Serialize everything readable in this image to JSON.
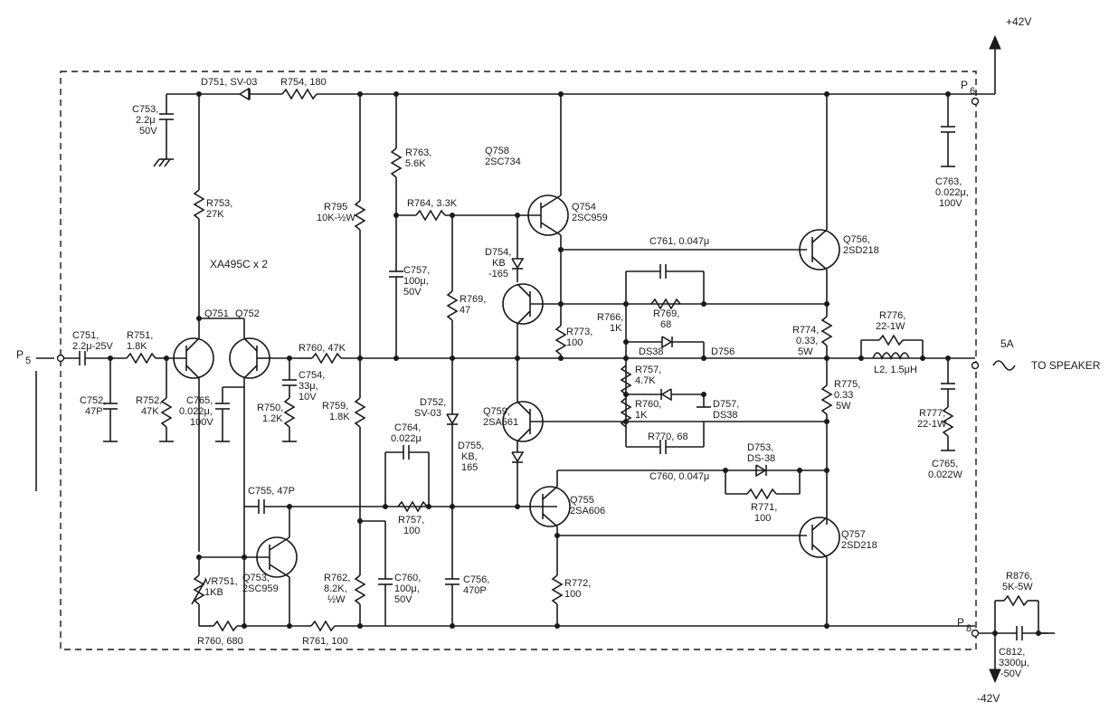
{
  "rails": {
    "pos": "+42V",
    "neg": "-42V"
  },
  "ports": {
    "p5": "P",
    "p5sub": "5",
    "p6": "P",
    "p6sub": "6",
    "p8": "P",
    "p8sub": "8"
  },
  "output": {
    "current": "5A",
    "to": "TO SPEAKER"
  },
  "ic_note": "XA495C x 2",
  "labels": {
    "d751": "D751, SV-03",
    "r754": "R754, 180",
    "c753a": "C753,",
    "c753b": "2.2μ",
    "c753c": "50V",
    "r763a": "R763,",
    "r763b": "5.6K",
    "q758a": "Q758",
    "q758b": "2SC734",
    "r753a": "R753,",
    "r753b": "27K",
    "r795a": "R795",
    "r795b": "10K-½W",
    "r764": "R764, 3.3K",
    "q754a": "Q754",
    "q754b": "2SC959",
    "c763a": "C763,",
    "c763b": "0.022μ,",
    "c763c": "100V",
    "c761": "C761, 0.047μ",
    "q756a": "Q756,",
    "q756b": "2SD218",
    "d754a": "D754,",
    "d754b": "KB",
    "d754c": "-165",
    "c757a": "C757,",
    "c757b": "100μ,",
    "c757c": "50V",
    "r769a": "R769,",
    "r769b": "47",
    "r769c": "R769,",
    "r769d": "68",
    "q751": "Q751",
    "q752": "Q752",
    "r766a": "R766,",
    "r766b": "1K",
    "r774a": "R774,",
    "r774b": "0.33,",
    "r774c": "5W",
    "r776a": "R776,",
    "r776b": "22-1W",
    "c751a": "C751,",
    "c751b": "2.2μ-25V",
    "r751a": "R751,",
    "r751b": "1.8K",
    "r760a": "R760, 47K",
    "r773a": "R773,",
    "r773b": "100",
    "ds38": "DS38",
    "d756": "D756",
    "l2": "L2, 1.5μH",
    "c752a": "C752,",
    "c752b": "47P",
    "r752a": "R752,",
    "r752b": "47K",
    "c765a": "C765,",
    "c765b": "0.022μ,",
    "c765c": "100V",
    "c754a": "C754,",
    "c754b": "33μ,",
    "c754c": "10V",
    "r750a": "R750,",
    "r750b": "1.2K",
    "r759a": "R759,",
    "r759b": "1.8K",
    "d752a": "D752,",
    "d752b": "SV-03",
    "c764a": "C764,",
    "c764b": "0.022μ",
    "r757a": "R757,",
    "r757b": "4.7K",
    "r760b": "R760,",
    "r760c": "1K",
    "d757a": "D757,",
    "d757b": "DS38",
    "r775a": "R775,",
    "r775b": "0.33",
    "r775c": "5W",
    "r777a": "R777,",
    "r777b": "22-1W",
    "q759a": "Q759,",
    "q759b": "2SA561",
    "d755a": "D755,",
    "d755b": "KB,",
    "d755c": "165",
    "r770": "R770, 68",
    "d753a": "D753,",
    "d753b": "DS-38",
    "c765r1": "C765,",
    "c765r2": "0.022W",
    "c760a": "C760, 0.047μ",
    "c755": "C755, 47P",
    "q755a": "Q755",
    "q755b": "2SA606",
    "r771a": "R771,",
    "r771b": "100",
    "r757c": "R757,",
    "r757d": "100",
    "q757a": "Q757",
    "q757b": "2SD218",
    "vr751a": "VR751,",
    "vr751b": "1KB",
    "q753a": "Q753,",
    "q753b": "2SC959",
    "r762a": "R762,",
    "r762b": "8.2K,",
    "r762c": "½W",
    "c760b": "C760,",
    "c760c": "100μ,",
    "c760d": "50V",
    "c756a": "C756,",
    "c756b": "470P",
    "r772a": "R772,",
    "r772b": "100",
    "r876a": "R876,",
    "r876b": "5K-5W",
    "c812a": "C812,",
    "c812b": "3300μ,",
    "c812c": "-50V",
    "r760d": "R760, 680",
    "r761": "R761, 100"
  }
}
